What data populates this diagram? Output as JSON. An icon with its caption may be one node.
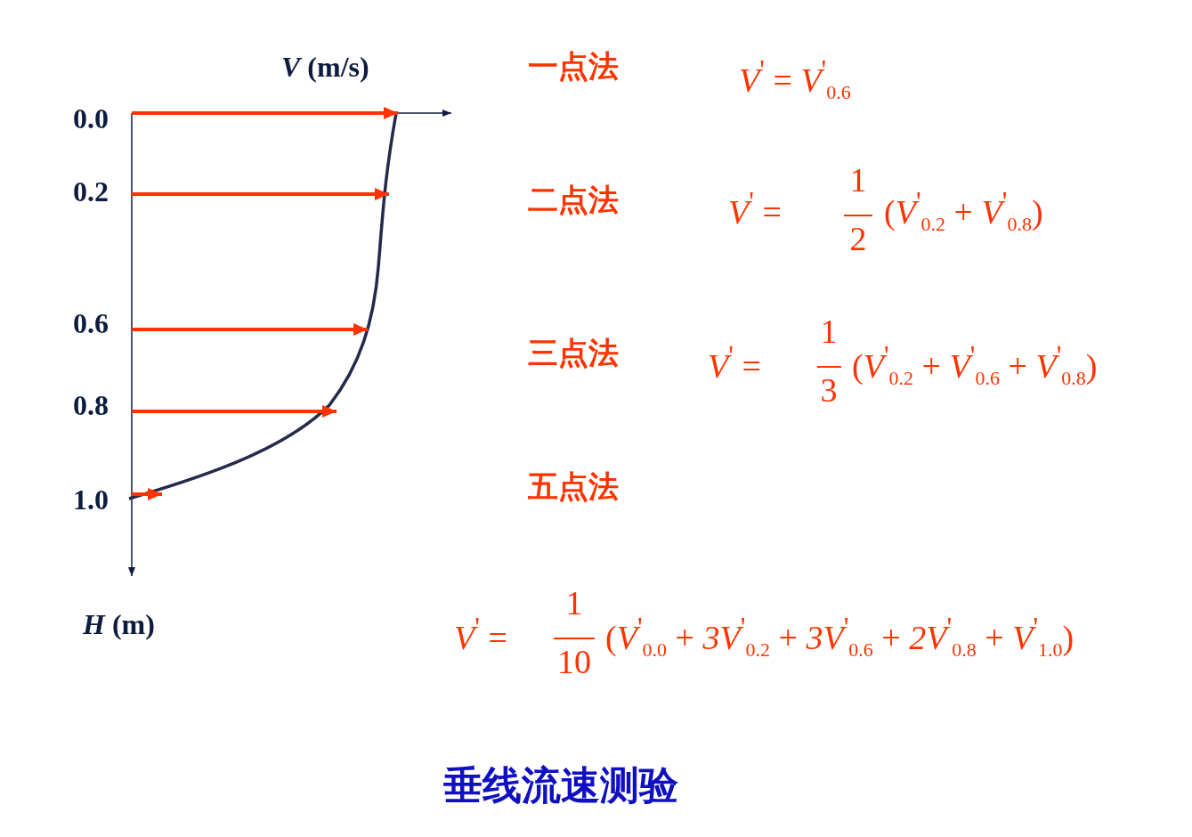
{
  "diagram": {
    "caption": "垂线流速测验",
    "labels": [
      "*V* (m/s)",
      "0.0",
      "0.2",
      "0.6",
      "0.8",
      "1.0",
      "*H* (m)",
      "一点法",
      "*V*$^{'}$ = *V*$^{'}$$_{0.6}$",
      "二点法",
      "*V*$^{'}$ =",
      "1",
      "2",
      "(*V*$^{'}$$_{0.2}$ + *V*$^{'}$$_{0.8}$)",
      "三点法",
      "*V*$^{'}$ =",
      "1",
      "3",
      "(*V*$^{'}$$_{0.2}$ + *V*$^{'}$$_{0.6}$ + *V*$^{'}$$_{0.8}$)",
      "五点法",
      "*V*$^{'}$ =",
      "1",
      "10",
      "(*V*$^{'}$$_{0.0}$ + *3V*$^{'}$$_{0.2}$ + *3V*$^{'}$$_{0.6}$ + *2V*$^{'}$$_{0.8}$ + *V*$^{'}$$_{1.0}$)"
    ]
  }
}
